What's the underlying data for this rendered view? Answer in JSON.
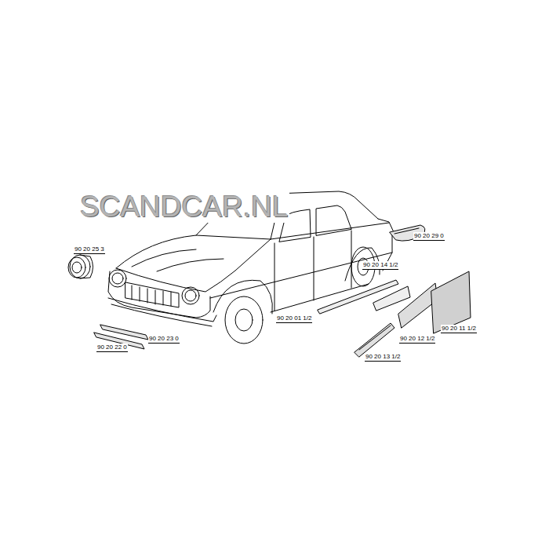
{
  "diagram": {
    "labels": [
      "SCANDCAR.NL",
      "90 20 25 3",
      "90 20 29 0",
      "90 20 14 1/2",
      "90 20 01 1/2",
      "90 20 11 1/2",
      "90 20 12 1/2",
      "90 20 23 0",
      "90 20 22 0",
      "90 20 13 1/2"
    ]
  }
}
